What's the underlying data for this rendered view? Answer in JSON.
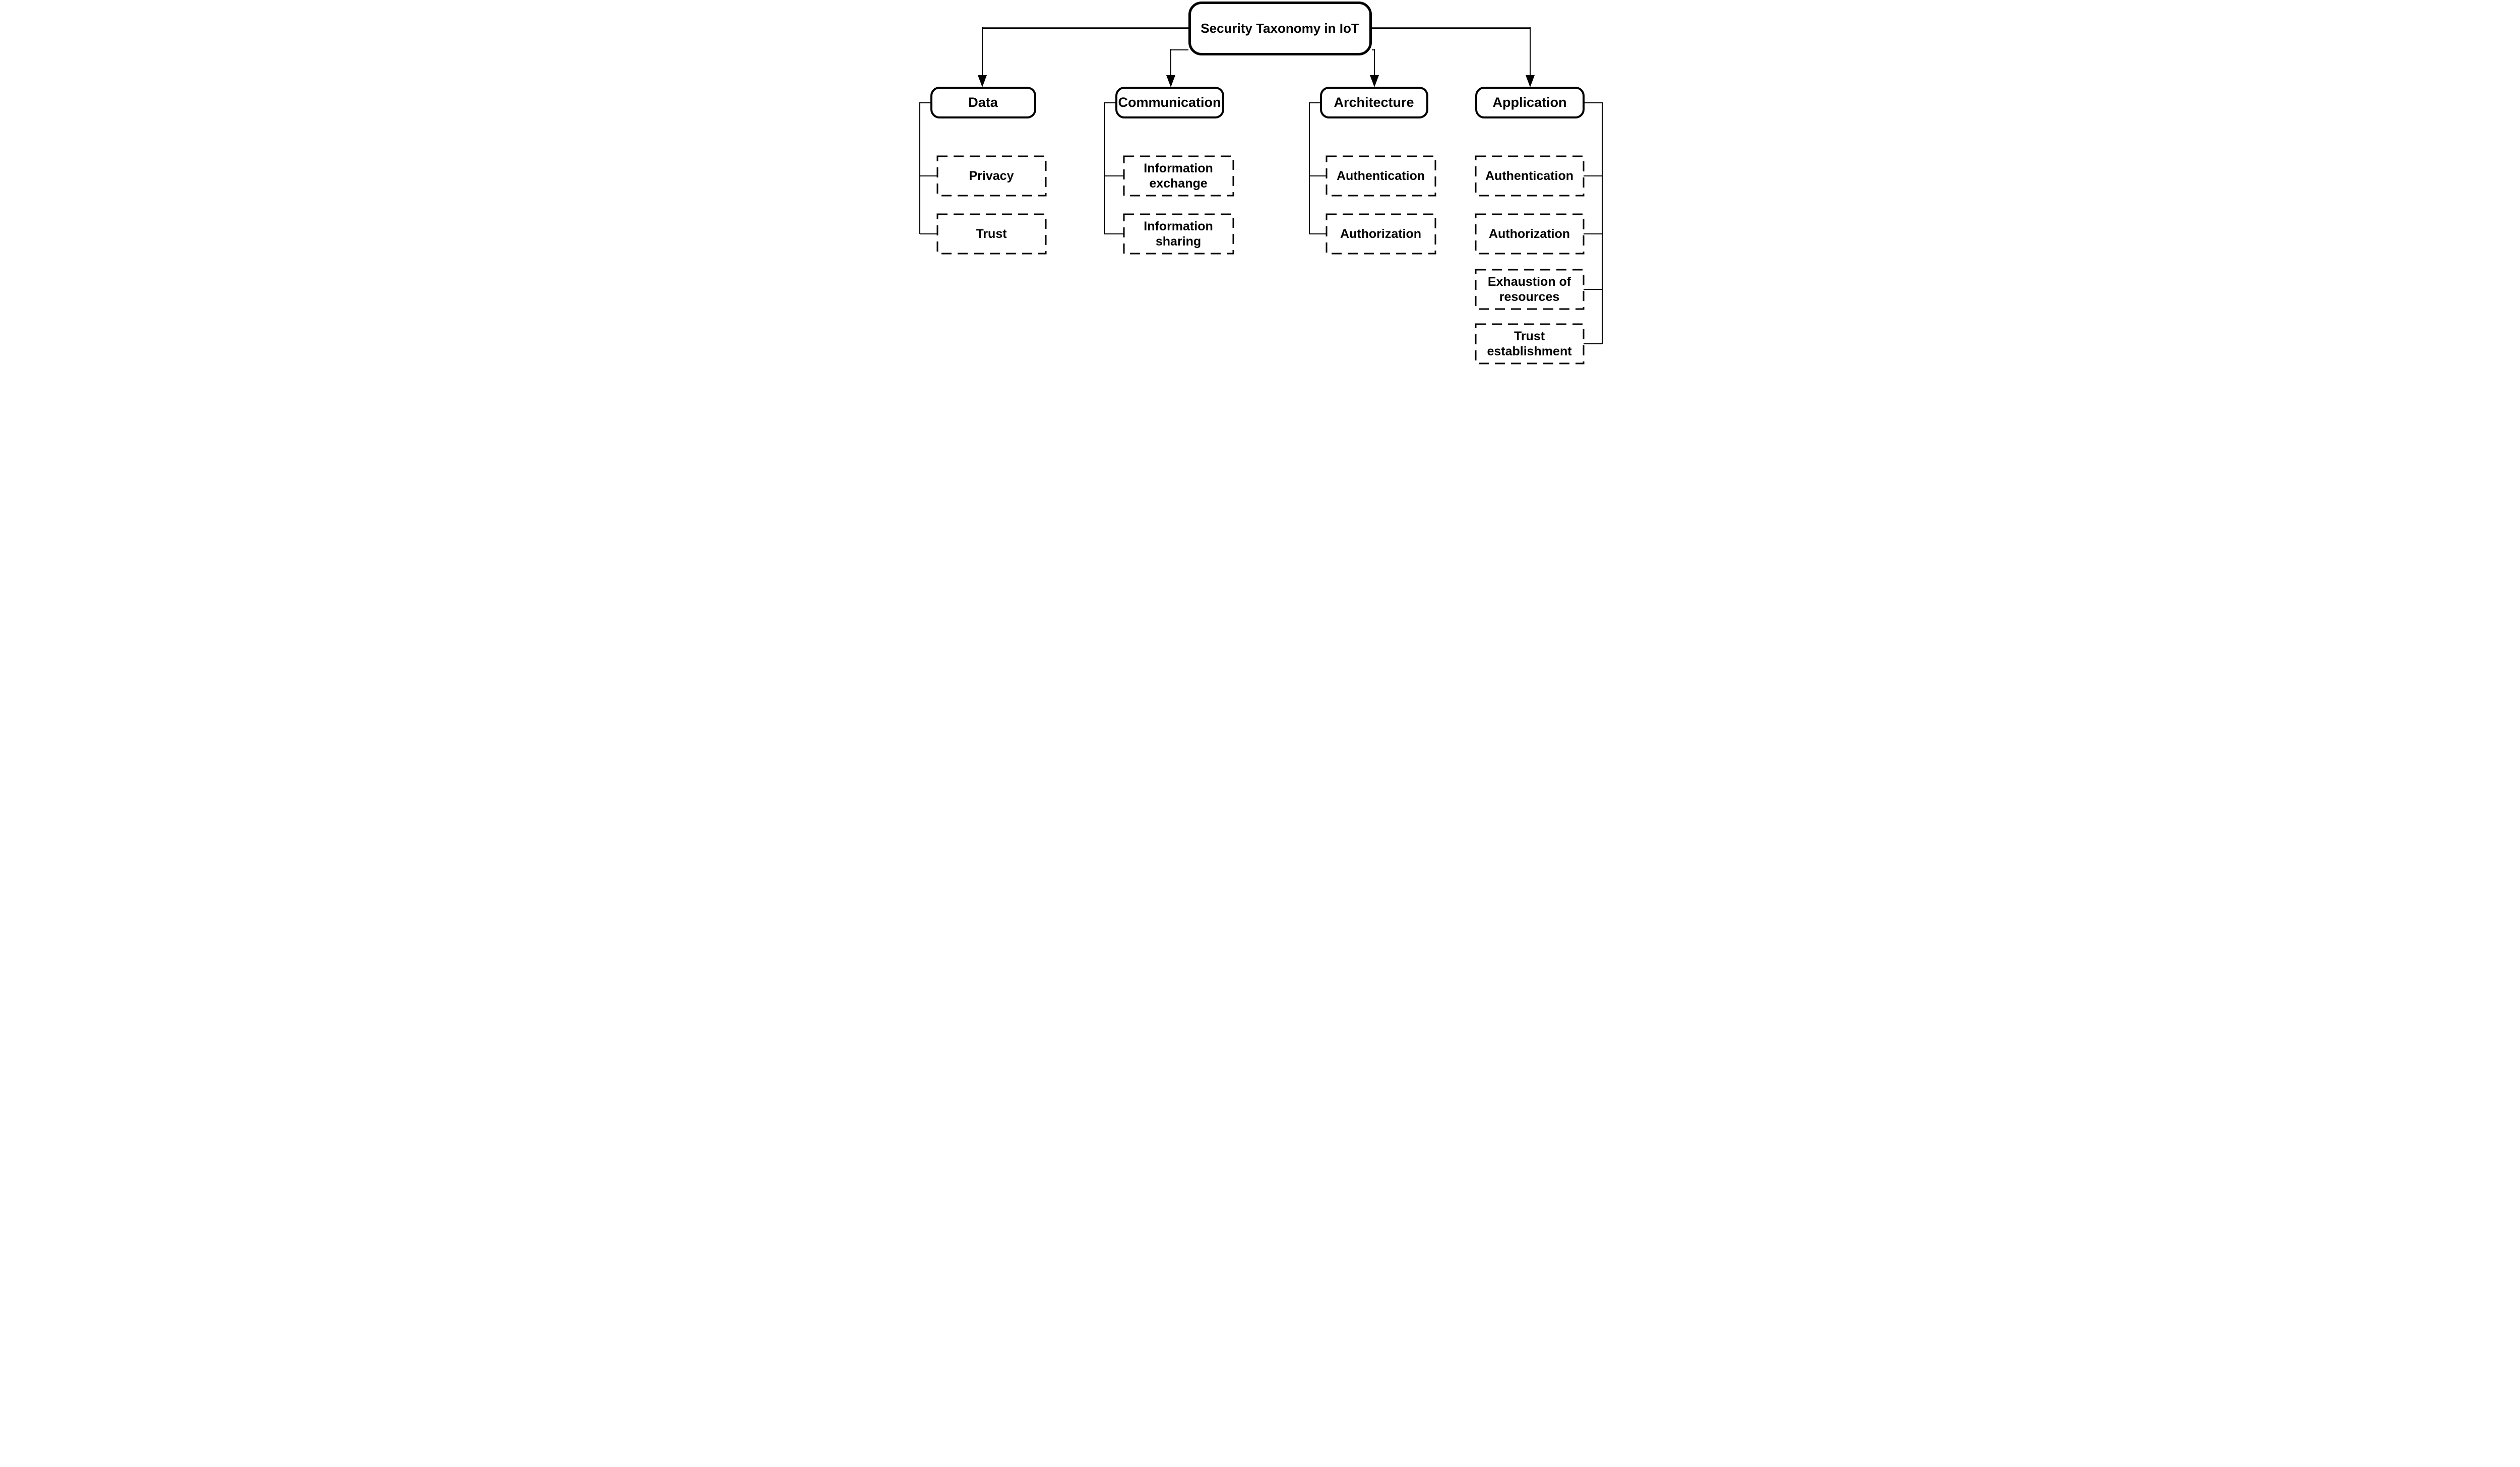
{
  "title": "Security Taxonomy in IoT",
  "colors": {
    "line": "#000000",
    "background": "#ffffff",
    "box_fill": "#ffffff",
    "text": "#000000"
  },
  "root": {
    "label": "Security Taxonomy in IoT"
  },
  "branches": [
    {
      "label": "Data",
      "children": [
        {
          "label": "Privacy"
        },
        {
          "label": "Trust"
        }
      ]
    },
    {
      "label": "Communication",
      "children": [
        {
          "label": "Information exchange"
        },
        {
          "label": "Information sharing"
        }
      ]
    },
    {
      "label": "Architecture",
      "children": [
        {
          "label": "Authentication"
        },
        {
          "label": "Authorization"
        }
      ]
    },
    {
      "label": "Application",
      "children": [
        {
          "label": "Authentication"
        },
        {
          "label": "Authorization"
        },
        {
          "label": "Exhaustion of resources"
        },
        {
          "label": "Trust establishment"
        }
      ]
    }
  ]
}
